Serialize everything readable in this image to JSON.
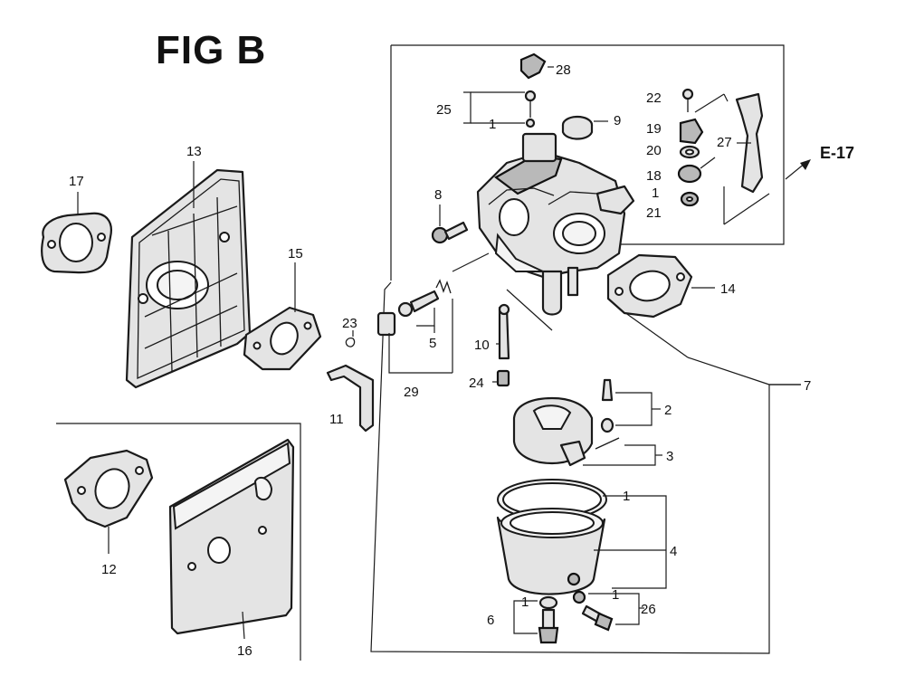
{
  "figure_title": "FIG B",
  "reference": {
    "label": "E-17"
  },
  "callouts": [
    {
      "num": "1",
      "part": "o-ring-top"
    },
    {
      "num": "1",
      "part": "washer-21"
    },
    {
      "num": "1",
      "part": "bowl-gasket"
    },
    {
      "num": "1",
      "part": "washer-6"
    },
    {
      "num": "1",
      "part": "washer-26"
    },
    {
      "num": "2",
      "part": "float-needle-set"
    },
    {
      "num": "3",
      "part": "float-pin"
    },
    {
      "num": "4",
      "part": "float-chamber"
    },
    {
      "num": "5",
      "part": "throttle-stop-screw-set"
    },
    {
      "num": "6",
      "part": "drain-bolt"
    },
    {
      "num": "7",
      "part": "float-set"
    },
    {
      "num": "8",
      "part": "set-screw"
    },
    {
      "num": "9",
      "part": "cap"
    },
    {
      "num": "10",
      "part": "main-jet-nozzle"
    },
    {
      "num": "11",
      "part": "choke-rod"
    },
    {
      "num": "12",
      "part": "insulator-gasket"
    },
    {
      "num": "13",
      "part": "carburetor-insulator"
    },
    {
      "num": "14",
      "part": "carburetor-gasket"
    },
    {
      "num": "15",
      "part": "insulator-gasket-b"
    },
    {
      "num": "16",
      "part": "heat-shield"
    },
    {
      "num": "17",
      "part": "gasket"
    },
    {
      "num": "18",
      "part": "spring"
    },
    {
      "num": "19",
      "part": "collar"
    },
    {
      "num": "20",
      "part": "washer"
    },
    {
      "num": "21",
      "part": "washer"
    },
    {
      "num": "22",
      "part": "screw"
    },
    {
      "num": "23",
      "part": "clip"
    },
    {
      "num": "24",
      "part": "main-jet"
    },
    {
      "num": "25",
      "part": "pilot-screw-set"
    },
    {
      "num": "26",
      "part": "drain-screw"
    },
    {
      "num": "27",
      "part": "lever"
    },
    {
      "num": "28",
      "part": "pilot-screw-cap"
    },
    {
      "num": "29",
      "part": "throttle-stop-set"
    }
  ],
  "colors": {
    "ink": "#1a1a1a",
    "part_fill": "#e4e4e4",
    "background": "#ffffff"
  }
}
